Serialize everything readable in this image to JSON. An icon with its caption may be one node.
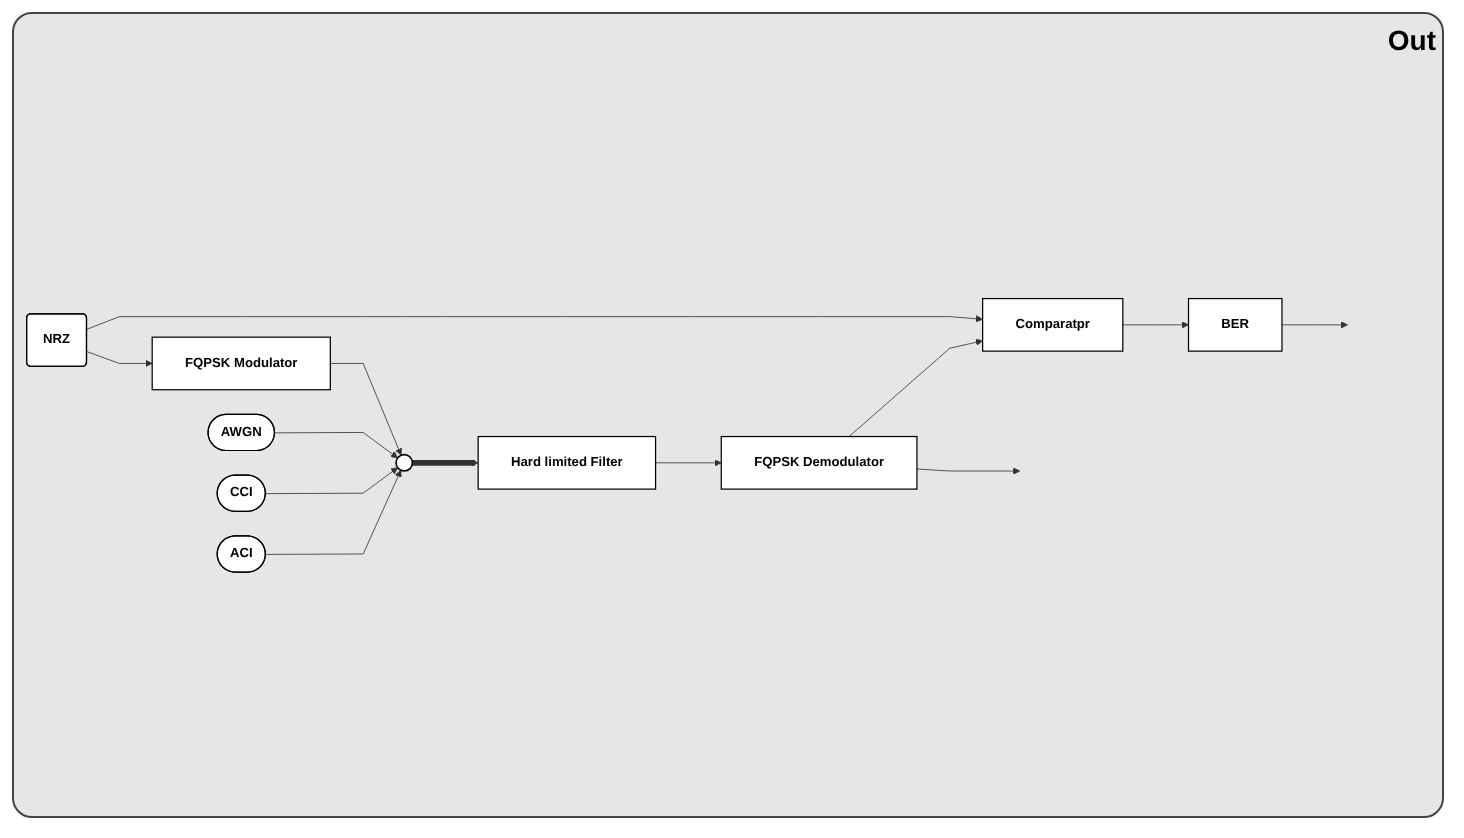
{
  "diagram": {
    "nodes": [
      {
        "text": [
          "NRZ"
        ]
      },
      {
        "text": [
          "FQPSK Modulator"
        ]
      },
      {
        "text": [
          "AWGN"
        ]
      },
      {
        "text": [
          "CCI"
        ]
      },
      {
        "text": [
          "ACI"
        ]
      },
      {
        "text": [],
        "shape": "circle"
      },
      {
        "text": [
          "Hard limited Filter"
        ]
      },
      {
        "text": [
          "FQPSK Demodulator"
        ]
      },
      {
        "text": [
          "Comparatpr"
        ]
      },
      {
        "text": [
          "BER"
        ]
      }
    ],
    "edges": [
      {
        "from": 0,
        "to": 1,
        "arrow": "to"
      },
      {
        "from": 0,
        "to": 8,
        "arrow": "to"
      },
      {
        "from": 1,
        "to": 5,
        "arrow": "to"
      },
      {
        "from": 2,
        "to": 5,
        "arrow": "to"
      },
      {
        "from": 3,
        "to": 5,
        "arrow": "to"
      },
      {
        "from": 4,
        "to": 5,
        "arrow": "to"
      },
      {
        "from": 5,
        "to": 6,
        "arrow": "to",
        "style": "thick"
      },
      {
        "from": 6,
        "to": 7,
        "arrow": "to"
      },
      {
        "from": 7,
        "to": null,
        "arrow": "to"
      },
      {
        "from": 7,
        "to": 8,
        "arrow": "to"
      },
      {
        "from": 8,
        "to": 9,
        "arrow": "to"
      },
      {
        "from": 9,
        "to": null,
        "arrow": "to"
      }
    ],
    "labels": [
      "Out"
    ]
  }
}
